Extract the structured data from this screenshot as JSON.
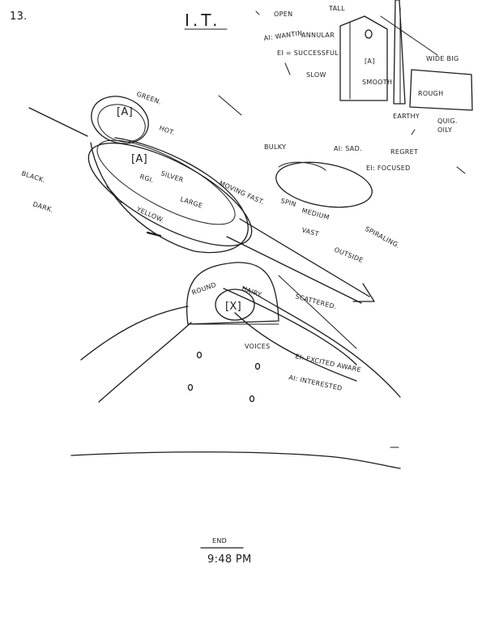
{
  "page_number": "13.",
  "title": "I.T.",
  "labels": {
    "open": "OPEN",
    "tall": "TALL",
    "ai_wanting": "AI: WANTIN",
    "e1_successful": "EI = SUCCESSFUL",
    "annular": "ANNULAR",
    "slow": "SLOW",
    "cube_top": "[A]",
    "smooth": "SMOOTH",
    "wide_big": "WIDE BIG",
    "rough": "ROUGH",
    "earthy": "EARTHY",
    "quig": "QUIG.",
    "oily": "OILY",
    "green": "GREEN.",
    "ca_top": "[A]",
    "hot": "HOT.",
    "bulky": "BULKY",
    "ai_sad": "AI: SAD.",
    "regret": "REGRET",
    "e1_focused": "EI: FOCUSED",
    "black": "BLACK.",
    "dark": "DARK.",
    "ca_mid": "[A]",
    "rgi": "RGI.",
    "silver": "SILVER",
    "large": "LARGE",
    "yellow": "YELLOW.",
    "moving_fast": "MOVING FAST.",
    "spin": "SPIN",
    "medium": "MEDIUM",
    "vast": "VAST",
    "spiraling": "SPIRALING.",
    "outside": "OUTSIDE",
    "round": "ROUND",
    "hairy": "HAIRY.",
    "cx": "[X]",
    "scattered": "SCATTERED.",
    "voices": "VOICES",
    "e1_excited": "EI: EXCITED AWARE",
    "ai_interested": "AI: INTERESTED",
    "end": "END",
    "time": "9:48 PM"
  }
}
